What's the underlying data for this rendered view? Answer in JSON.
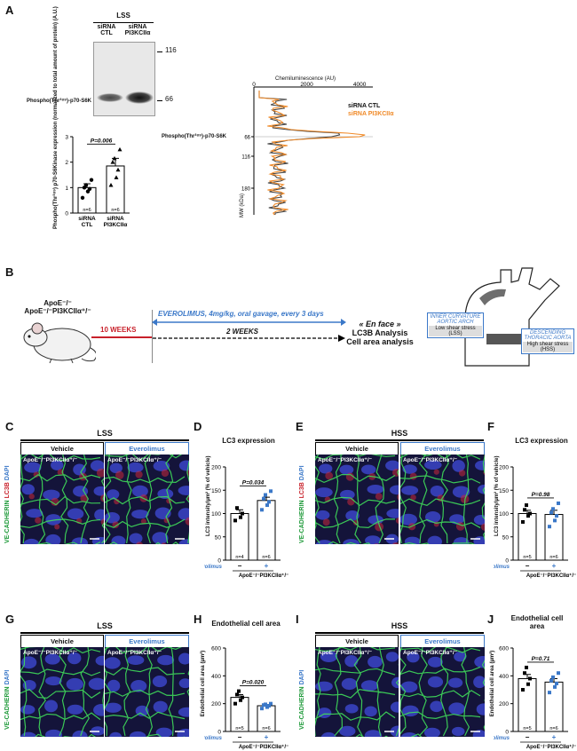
{
  "panels": {
    "A": "A",
    "B": "B",
    "C": "C",
    "D": "D",
    "E": "E",
    "F": "F",
    "G": "G",
    "H": "H",
    "I": "I",
    "J": "J"
  },
  "panel_a": {
    "blot_header": "LSS",
    "lane1_l1": "siRNA",
    "lane1_l2": "CTL",
    "lane2_l1": "siRNA",
    "lane2_l2": "PI3KCIIα",
    "mw_116": "116",
    "mw_66": "66",
    "blot_label": "Phospho(Thr³⁸⁹)-p70-S6K",
    "trace_axis_title": "Chemiluminescence (AU)",
    "trace_x_ticks": [
      "0",
      "2000",
      "4000"
    ],
    "trace_y_ticks": [
      "66",
      "116",
      "180"
    ],
    "trace_y_title": "MW (kDa)",
    "trace_band_label": "Phospho(Thr³⁸⁹)-p70-S6K",
    "legend_ctl": "siRNA CTL",
    "legend_pi3k": "siRNA PI3KCIIα",
    "colors": {
      "ctl": "#444444",
      "pi3k": "#f08a28"
    }
  },
  "panel_b": {
    "mouse_l1": "ApoE⁻/⁻",
    "mouse_l2": "ApoE⁻/⁻PI3KCIIα⁺/⁻",
    "weeks10": "10 WEEKS",
    "treatment": "EVEROLIMUS, 4mg/kg, oral gavage, every 3 days",
    "weeks2": "2 WEEKS",
    "enface": "« En face »",
    "lc3": "LC3B Analysis",
    "cellarea": "Cell area analysis",
    "arch_title": "INNER CURVATURE AORTIC ARCH",
    "arch_sub": "Low shear stress (LSS)",
    "desc_title": "DESCENDING THORACIC AORTA",
    "desc_sub": "High shear stress (HSS)"
  },
  "micro": {
    "lss": "LSS",
    "hss": "HSS",
    "vehicle": "Vehicle",
    "everolimus": "Everolimus",
    "genotype": "ApoE⁻/⁻PI3KCIIα⁺/⁻",
    "ylab_ve": "VE-CADHERIN",
    "ylab_lc3": "LC3B",
    "ylab_dapi": "DAPI"
  },
  "graphs": {
    "d_title": "LC3 expression",
    "f_title": "LC3 expression",
    "h_title": "Endothelial cell area",
    "j_title_l1": "Endothelial cell",
    "j_title_l2": "area",
    "lc3_ylabel": "LC3 intensity/µm² (% of vehicle)",
    "area_ylabel": "Endothelial cell area (µm²)",
    "everolimus": "Everolimus",
    "minus": "−",
    "plus": "+",
    "genotype": "ApoE⁻/⁻PI3KCIIα⁺/⁻"
  },
  "chart_data": [
    {
      "type": "bar",
      "panel": "A",
      "categories": [
        "siRNA CTL",
        "siRNA PI3KCIIα"
      ],
      "values": [
        1.0,
        1.85
      ],
      "sem": [
        0.15,
        0.3
      ],
      "points": [
        [
          0.6,
          0.85,
          0.95,
          1.0,
          1.1,
          1.3
        ],
        [
          1.1,
          1.4,
          1.7,
          2.0,
          2.15,
          2.5
        ]
      ],
      "n": [
        "n=6",
        "n=6"
      ],
      "pvalue": "P=0.006",
      "ylabel": "Phospho(Thr³⁸⁹) p70-S6Kinase expression (normalized to total amount of protein) (A.U.)",
      "ylim": [
        0,
        3
      ],
      "yticks": [
        0,
        1,
        2,
        3
      ]
    },
    {
      "type": "bar",
      "panel": "D",
      "title": "LC3 expression",
      "categories": [
        "−",
        "+"
      ],
      "values": [
        100,
        128
      ],
      "sem": [
        8,
        7
      ],
      "points": [
        [
          85,
          92,
          100,
          112
        ],
        [
          108,
          118,
          125,
          132,
          140,
          148
        ]
      ],
      "n": [
        "n=4",
        "n=6"
      ],
      "pvalue": "P=0.034",
      "ylabel": "LC3 intensity/µm² (% of vehicle)",
      "ylim": [
        0,
        200
      ],
      "yticks": [
        0,
        50,
        100,
        150,
        200
      ]
    },
    {
      "type": "bar",
      "panel": "F",
      "title": "LC3 expression",
      "categories": [
        "−",
        "+"
      ],
      "values": [
        100,
        98
      ],
      "sem": [
        7,
        9
      ],
      "points": [
        [
          82,
          95,
          100,
          108,
          118
        ],
        [
          72,
          85,
          95,
          102,
          110,
          122
        ]
      ],
      "n": [
        "n=5",
        "n=6"
      ],
      "pvalue": "P=0.98",
      "ylabel": "LC3 intensity/µm² (% of vehicle)",
      "ylim": [
        0,
        200
      ],
      "yticks": [
        0,
        50,
        100,
        150,
        200
      ]
    },
    {
      "type": "bar",
      "panel": "H",
      "title": "Endothelial cell area",
      "categories": [
        "−",
        "+"
      ],
      "values": [
        245,
        185
      ],
      "sem": [
        20,
        8
      ],
      "points": [
        [
          200,
          225,
          245,
          265,
          290
        ],
        [
          165,
          175,
          185,
          190,
          195,
          200
        ]
      ],
      "n": [
        "n=5",
        "n=6"
      ],
      "pvalue": "P=0.020",
      "ylabel": "Endothelial cell area (µm²)",
      "ylim": [
        0,
        600
      ],
      "yticks": [
        0,
        200,
        400,
        600
      ]
    },
    {
      "type": "bar",
      "panel": "J",
      "title": "Endothelial cell area",
      "categories": [
        "−",
        "+"
      ],
      "values": [
        380,
        355
      ],
      "sem": [
        30,
        25
      ],
      "points": [
        [
          300,
          340,
          380,
          420,
          460
        ],
        [
          280,
          320,
          345,
          365,
          390,
          420
        ]
      ],
      "n": [
        "n=5",
        "n=6"
      ],
      "pvalue": "P=0.71",
      "ylabel": "Endothelial cell area (µm²)",
      "ylim": [
        0,
        600
      ],
      "yticks": [
        0,
        200,
        400,
        600
      ]
    }
  ]
}
